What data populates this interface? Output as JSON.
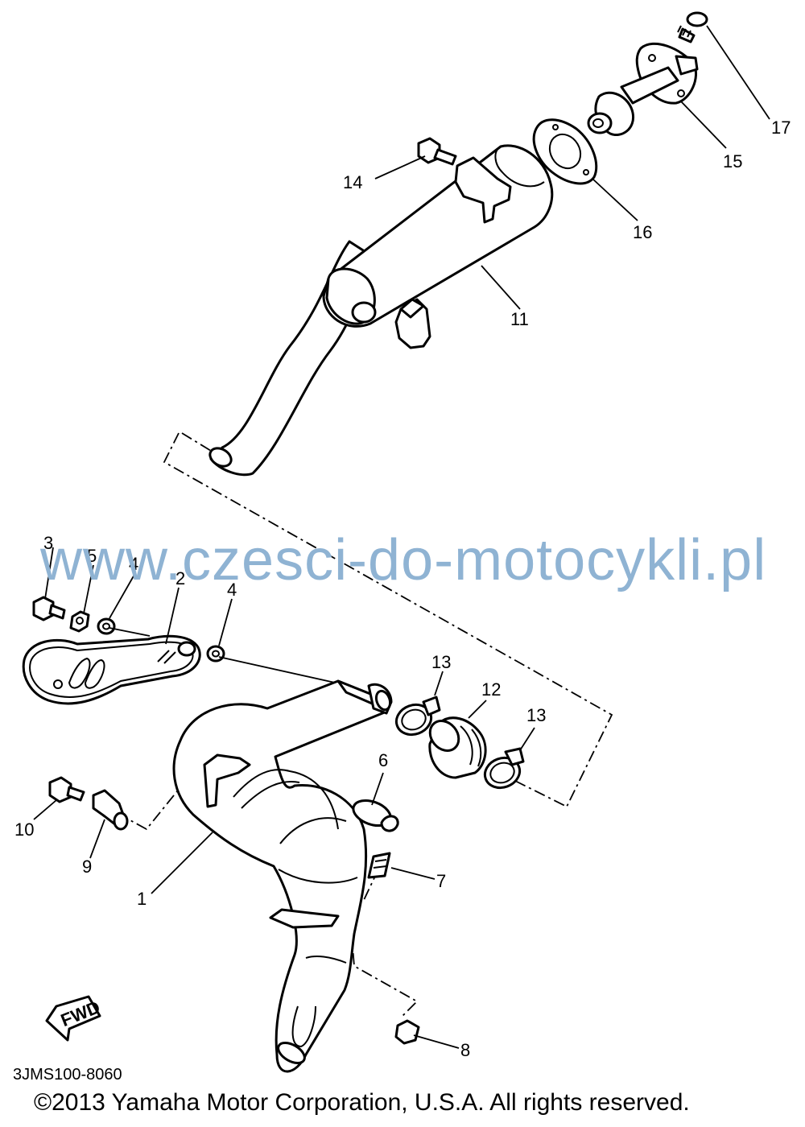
{
  "diagram": {
    "callouts": [
      "1",
      "2",
      "3",
      "4",
      "4",
      "5",
      "6",
      "7",
      "8",
      "9",
      "10",
      "11",
      "12",
      "13",
      "13",
      "14",
      "15",
      "16",
      "17"
    ],
    "arrow_label": "FWD"
  },
  "watermark": "www.czesci-do-motocykli.pl",
  "diagram_code": "3JMS100-8060",
  "copyright": "©2013 Yamaha Motor Corporation, U.S.A. All rights reserved."
}
